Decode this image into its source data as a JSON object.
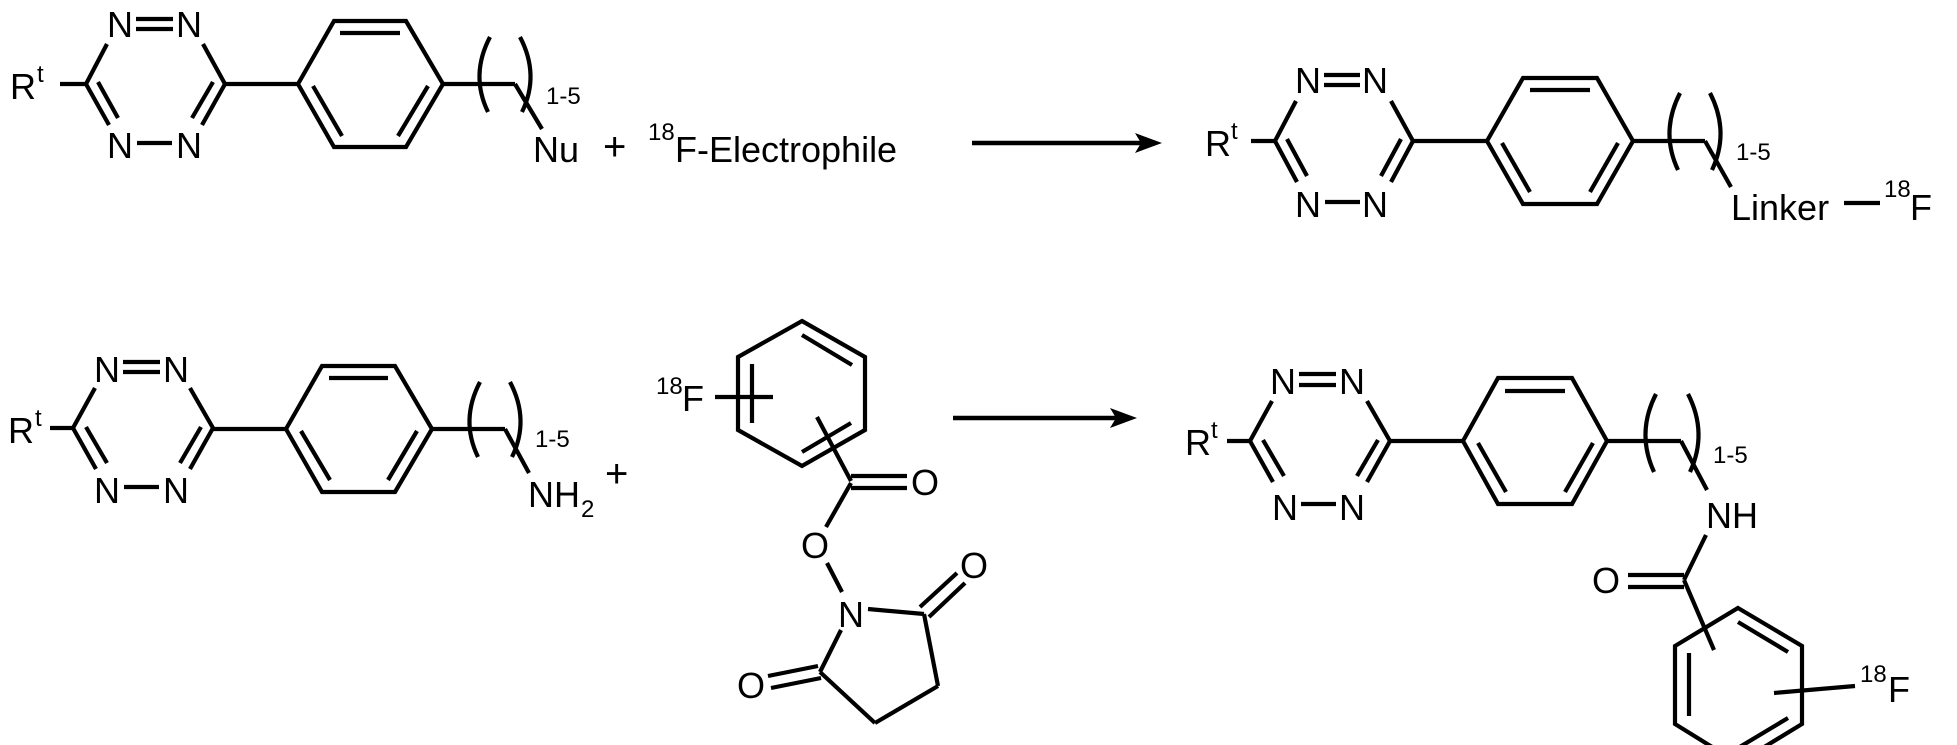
{
  "scheme": {
    "type": "reaction-scheme",
    "rows": [
      {
        "reactant_1": {
          "name": "tetrazine-phenyl-alkyl-nucleophile",
          "r_group": "R",
          "r_group_sup": "t",
          "ring_atoms": [
            "N",
            "N",
            "N",
            "N"
          ],
          "repeat_count": "1-5",
          "terminal_group": "Nu"
        },
        "plus": "+",
        "reactant_2": {
          "isotope": "18",
          "label": "F-Electrophile"
        },
        "arrow": "→",
        "product": {
          "name": "tetrazine-linker-18F",
          "r_group": "R",
          "r_group_sup": "t",
          "ring_atoms": [
            "N",
            "N",
            "N",
            "N"
          ],
          "repeat_count": "1-5",
          "linker_label": "Linker",
          "isotope": "18",
          "isotope_atom": "F"
        }
      },
      {
        "reactant_1": {
          "name": "tetrazine-phenyl-alkyl-amine",
          "r_group": "R",
          "r_group_sup": "t",
          "ring_atoms": [
            "N",
            "N",
            "N",
            "N"
          ],
          "repeat_count": "1-5",
          "amine": "NH",
          "amine_sub": "2"
        },
        "plus": "+",
        "reactant_2": {
          "name": "18F-fluorobenzoate-NHS-ester",
          "isotope": "18",
          "isotope_atom": "F",
          "carbonyl_o": "O",
          "ester_o": "O",
          "imide_n": "N",
          "imide_o_1": "O",
          "imide_o_2": "O"
        },
        "arrow": "→",
        "product": {
          "name": "tetrazine-amide-18F-benzoyl",
          "r_group": "R",
          "r_group_sup": "t",
          "ring_atoms": [
            "N",
            "N",
            "N",
            "N"
          ],
          "repeat_count": "1-5",
          "amide_nh": "NH",
          "carbonyl_o": "O",
          "isotope": "18",
          "isotope_atom": "F"
        }
      }
    ]
  }
}
